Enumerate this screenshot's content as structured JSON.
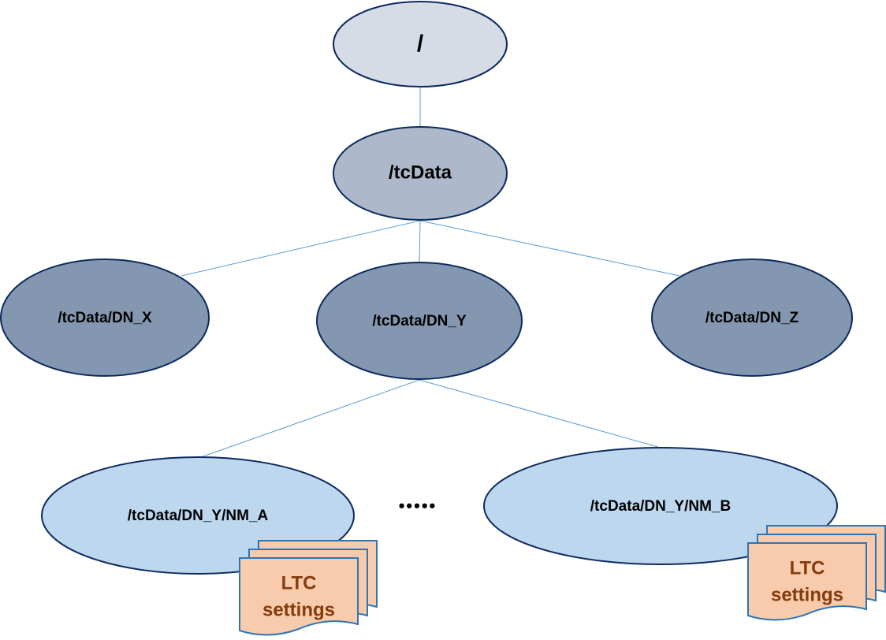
{
  "nodes": {
    "root": {
      "label": "/",
      "color": "#d6dce5"
    },
    "tcdata": {
      "label": "/tcData",
      "color": "#adb9ca"
    },
    "dn_x": {
      "label": "/tcData/DN_X",
      "color": "#8497b0"
    },
    "dn_y": {
      "label": "/tcData/DN_Y",
      "color": "#8497b0"
    },
    "dn_z": {
      "label": "/tcData/DN_Z",
      "color": "#8497b0"
    },
    "nm_a": {
      "label": "/tcData/DN_Y/NM_A",
      "color": "#bdd7ee"
    },
    "nm_b": {
      "label": "/tcData/DN_Y/NM_B",
      "color": "#bdd7ee"
    }
  },
  "ellipsis": "•••••",
  "documents": {
    "nm_a": {
      "line1": "LTC",
      "line2": "settings"
    },
    "nm_b": {
      "line1": "LTC",
      "line2": "settings"
    }
  },
  "colors": {
    "edge": "#5b9bd5",
    "ellipse_stroke": "#0d2a5e",
    "document_fill": "#f8cbad",
    "document_stroke": "#2e75b6",
    "document_text": "#843c0c"
  }
}
